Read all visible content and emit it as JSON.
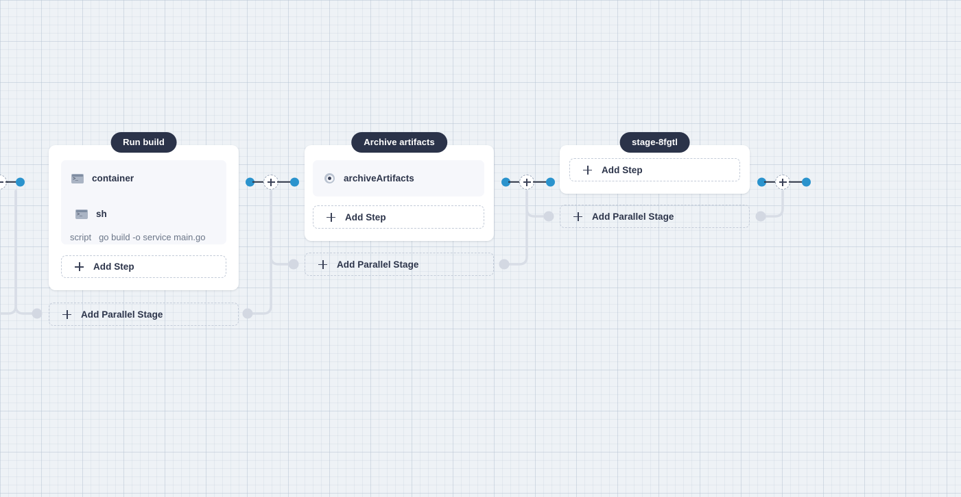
{
  "canvas": {
    "background_color": "#eef2f6",
    "grid_color": "#b7c4d3",
    "accent_color": "#2a93cd",
    "pill_color": "#2b3349",
    "branch_color": "#d3d8e2",
    "connector_bar_color": "#2f3646"
  },
  "labels": {
    "add_step": "Add Step",
    "add_parallel_stage": "Add Parallel Stage"
  },
  "stages": [
    {
      "name": "Run build",
      "steps": [
        {
          "icon": "terminal-icon",
          "label": "container"
        },
        {
          "icon": "terminal-icon",
          "label": "sh",
          "param_key": "script",
          "param_value": "go build -o service main.go"
        }
      ],
      "add_step_label": "Add Step",
      "add_parallel_stage_label": "Add Parallel Stage"
    },
    {
      "name": "Archive artifacts",
      "steps": [
        {
          "icon": "donut-icon",
          "label": "archiveArtifacts"
        }
      ],
      "add_step_label": "Add Step",
      "add_parallel_stage_label": "Add Parallel Stage"
    },
    {
      "name": "stage-8fgtl",
      "steps": [],
      "add_step_label": "Add Step",
      "add_parallel_stage_label": "Add Parallel Stage"
    }
  ],
  "connectors": [
    {
      "id": "connector-start",
      "plus_label": "+"
    },
    {
      "id": "connector-run-build-to-archive-artifacts",
      "plus_label": "+"
    },
    {
      "id": "connector-archive-artifacts-to-stage-8fgtl",
      "plus_label": "+"
    },
    {
      "id": "connector-end",
      "plus_label": "+"
    }
  ]
}
